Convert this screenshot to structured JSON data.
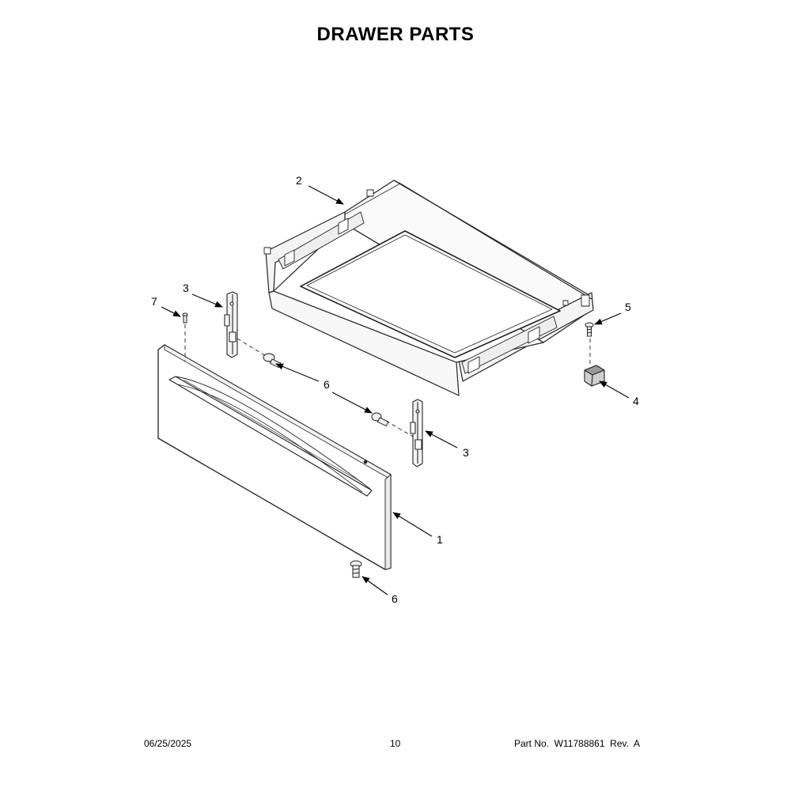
{
  "title": "DRAWER PARTS",
  "footer": {
    "date": "06/25/2025",
    "page": "10",
    "part_no": "Part No.  W11788861  Rev.  A"
  },
  "callouts": {
    "c1": "1",
    "c2": "2",
    "c3a": "3",
    "c3b": "3",
    "c4": "4",
    "c5": "5",
    "c6a": "6",
    "c6b": "6",
    "c7": "7"
  }
}
